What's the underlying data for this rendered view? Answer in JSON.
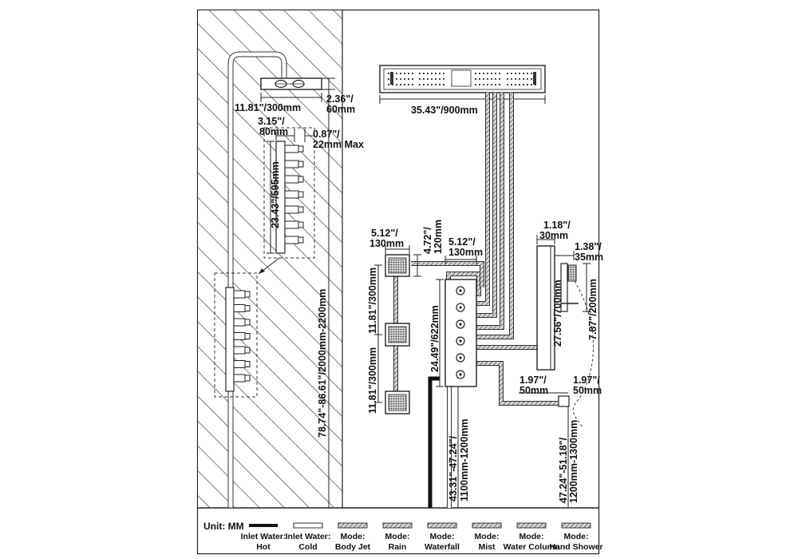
{
  "dimensions": {
    "rain_head_length": "11.81\"/300mm",
    "rain_head_height_in": "2.36\"/",
    "rain_head_height_mm": "60mm",
    "panel_width_in": "3.15\"/",
    "panel_width_mm": "80mm",
    "panel_depth_in": "0.87\"/",
    "panel_depth_mm": "22mm Max",
    "panel_height": "23.43\"/595mm",
    "total_height": "78.74\"-86.61\"/2000mm-2200mm",
    "ceiling_head_length": "35.43\"/900mm",
    "jet_width_in": "5.12\"/",
    "jet_width_mm": "130mm",
    "jet_height_in": "4.72\"/",
    "jet_height_mm": "120mm",
    "valve_width_in": "5.12\"/",
    "valve_width_mm": "130mm",
    "jet_spacing_1": "11.81\"/300mm",
    "jet_spacing_2": "11.81\"/300mm",
    "valve_height": "24.49\"/622mm",
    "valve_install_height_in": "43.31\"-47.24\"/",
    "valve_install_height_mm": "1100mm-1200mm",
    "column_width_in": "1.18\"/",
    "column_width_mm": "30mm",
    "column_depth_in": "1.38\"/",
    "column_depth_mm": "35mm",
    "column_height": "27.56\"/700mm",
    "holder_height": "7.87\"/200mm",
    "outlet_offset_1_in": "1.97\"/",
    "outlet_offset_1_mm": "50mm",
    "outlet_offset_2_in": "1.97\"/",
    "outlet_offset_2_mm": "50mm",
    "hand_install_height_in": "47.24\"-51.18\"/",
    "hand_install_height_mm": "1200mm-1300mm"
  },
  "legend": {
    "unit": "Unit: MM",
    "items": [
      {
        "line1": "Inlet Water:",
        "line2": "Hot"
      },
      {
        "line1": "Inlet Water:",
        "line2": "Cold"
      },
      {
        "line1": "Mode:",
        "line2": "Body Jet"
      },
      {
        "line1": "Mode:",
        "line2": "Rain"
      },
      {
        "line1": "Mode:",
        "line2": "Waterfall"
      },
      {
        "line1": "Mode:",
        "line2": "Mist"
      },
      {
        "line1": "Mode:",
        "line2": "Water Column"
      },
      {
        "line1": "Mode:",
        "line2": "Hand Shower"
      }
    ]
  }
}
